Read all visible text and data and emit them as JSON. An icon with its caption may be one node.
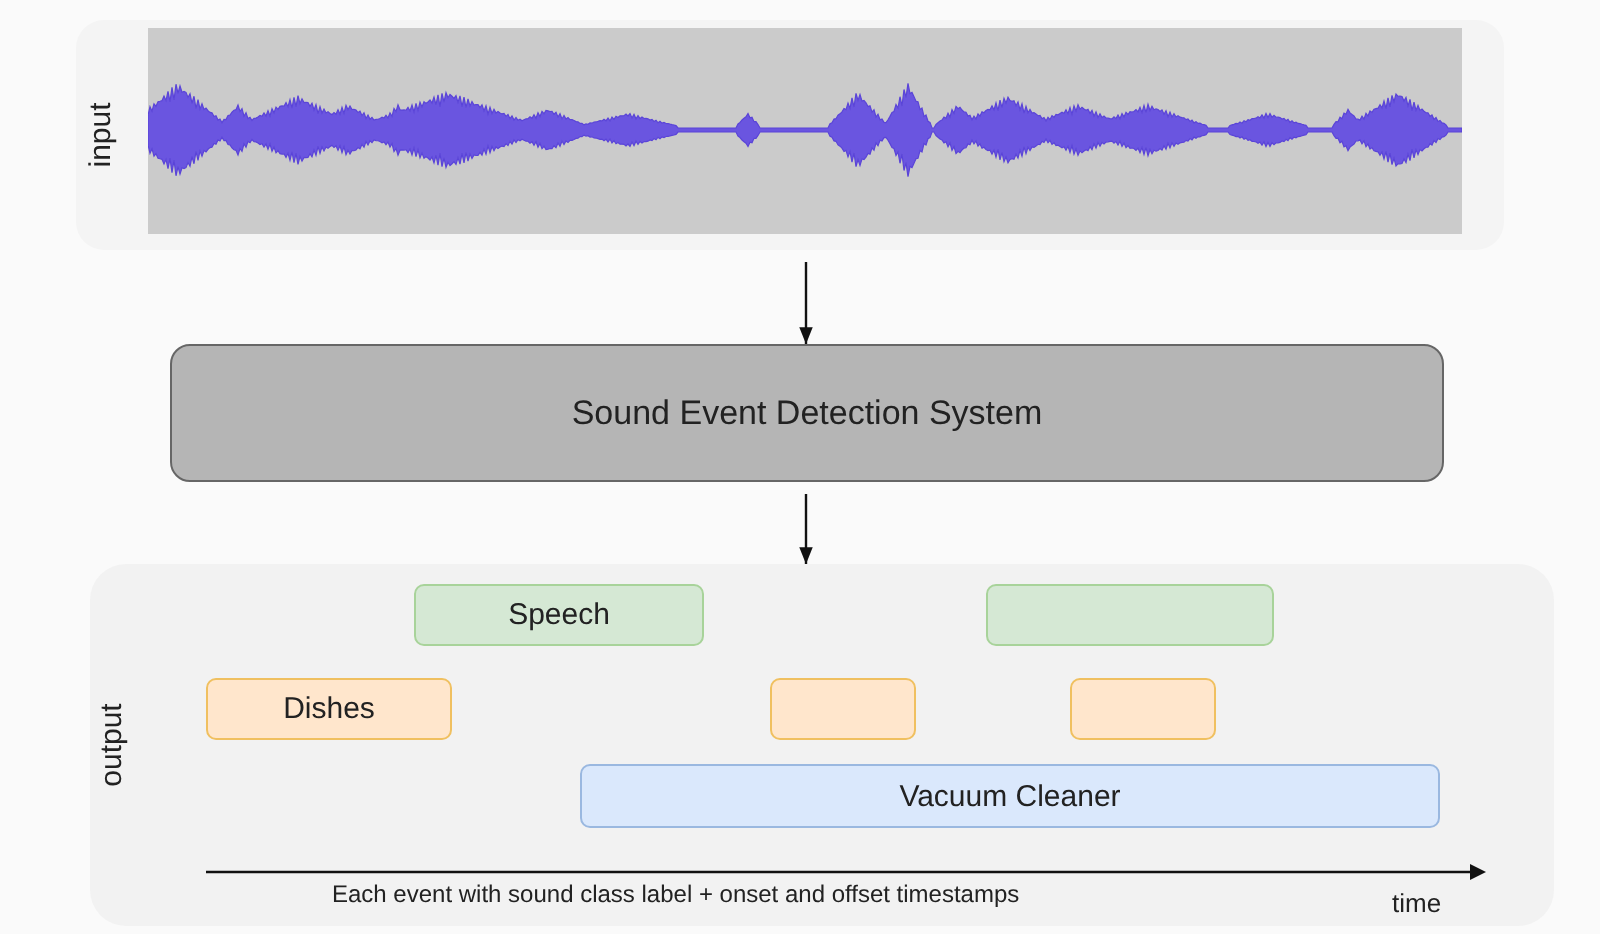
{
  "diagram": {
    "nodes": [
      {
        "text": [
          "input"
        ]
      },
      {
        "text": [
          "Sound Event Detection System"
        ]
      },
      {
        "text": [
          "output"
        ]
      },
      {
        "text": [
          "Speech"
        ],
        "in": 2
      },
      {
        "text": [],
        "shape": "box",
        "in": 2
      },
      {
        "text": [
          "Dishes"
        ],
        "in": 2
      },
      {
        "text": [],
        "shape": "box",
        "in": 2
      },
      {
        "text": [],
        "shape": "box",
        "in": 2
      },
      {
        "text": [
          "Vacuum Cleaner"
        ],
        "in": 2
      }
    ],
    "edges": [
      {
        "from": 0,
        "to": 1,
        "arrow": "to"
      },
      {
        "from": 1,
        "to": 2,
        "arrow": "to"
      }
    ],
    "labels": [
      "Each event with sound class label + onset and offset timestamps",
      "time"
    ]
  }
}
